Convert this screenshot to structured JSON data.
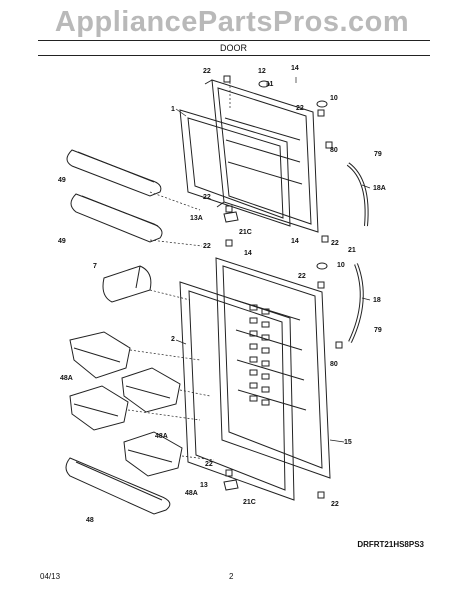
{
  "watermark": "AppliancePartsPros.com",
  "header": {
    "title": "DOOR"
  },
  "model_id": "DRFRT21HS8PS3",
  "footer": {
    "date": "04/13",
    "page": "2"
  },
  "callouts": {
    "c22a": "22",
    "c12": "12",
    "c14a": "14",
    "c11": "11",
    "c10a": "10",
    "c1": "1",
    "c22b": "22",
    "c80a": "80",
    "c79a": "79",
    "c49a": "49",
    "c18a": "18A",
    "c22c": "22",
    "c49b": "49",
    "c13a": "13A",
    "c21ca": "21C",
    "c22d": "22",
    "c14b": "14",
    "c14c": "14",
    "c22e": "22",
    "c21": "21",
    "c7": "7",
    "c10b": "10",
    "c22f": "22",
    "c18": "18",
    "c2": "2",
    "c79b": "79",
    "c80b": "80",
    "c48aa": "48A",
    "c48ab": "48A",
    "c15": "15",
    "c48ac": "48A",
    "c22g": "22",
    "c13": "13",
    "c21cb": "21C",
    "c22h": "22",
    "c48": "48"
  }
}
